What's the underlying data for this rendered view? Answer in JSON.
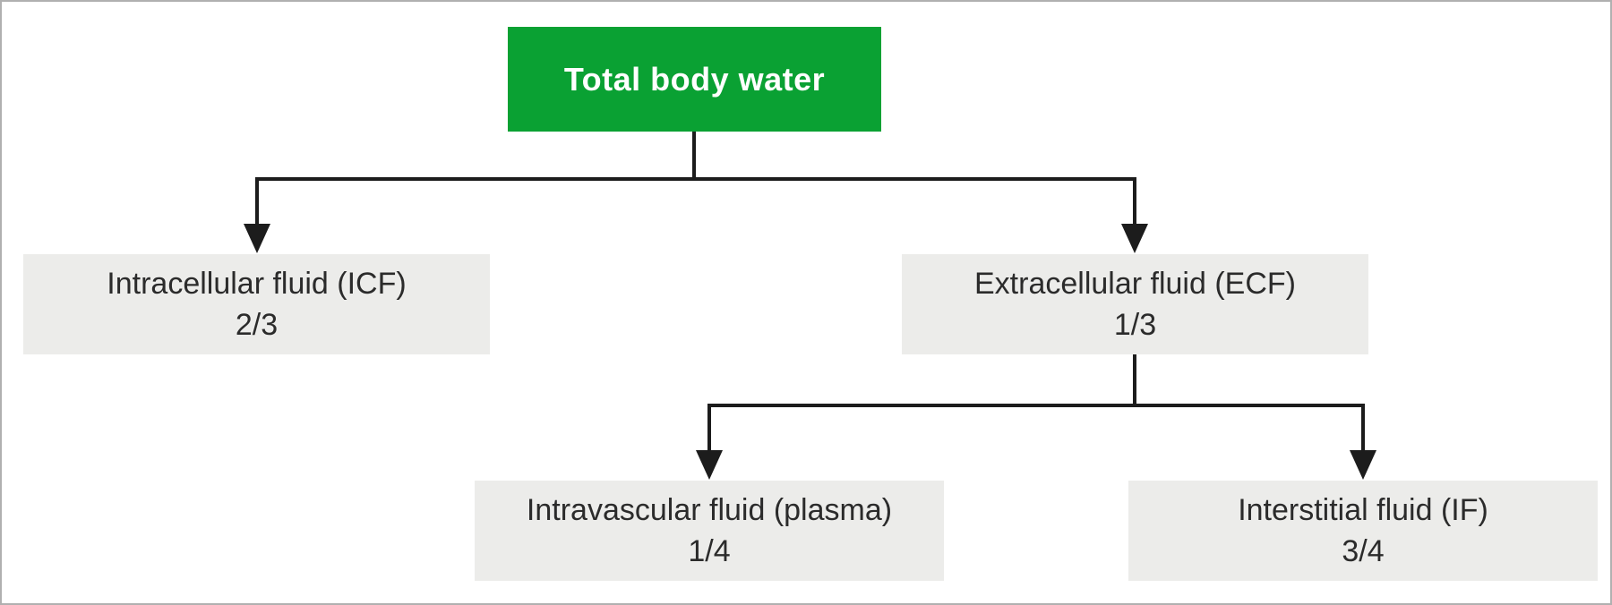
{
  "colors": {
    "root_fill": "#0aa133",
    "root_text": "#ffffff",
    "node_fill": "#ececea",
    "node_text": "#2b2b2b",
    "connector": "#1c1c1c",
    "canvas_border": "#b0b0b0",
    "background": "#ffffff"
  },
  "diagram": {
    "root": {
      "label": "Total body water"
    },
    "nodes": [
      {
        "id": "icf",
        "label": "Intracellular fluid (ICF)",
        "fraction": "2/3"
      },
      {
        "id": "ecf",
        "label": "Extracellular fluid (ECF)",
        "fraction": "1/3"
      },
      {
        "id": "ivf",
        "label": "Intravascular fluid (plasma)",
        "fraction": "1/4"
      },
      {
        "id": "if",
        "label": "Interstitial fluid (IF)",
        "fraction": "3/4"
      }
    ]
  }
}
